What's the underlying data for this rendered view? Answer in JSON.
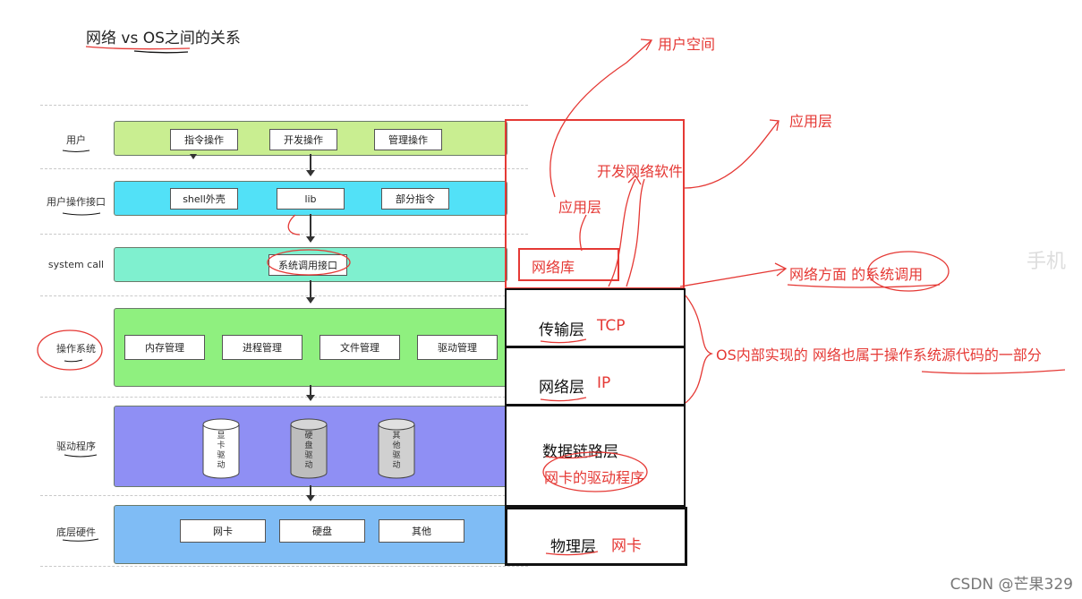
{
  "title": "网络 vs  OS之间的关系",
  "left_rows": [
    {
      "label": "用户",
      "boxes": [
        "指令操作",
        "开发操作",
        "管理操作"
      ]
    },
    {
      "label": "用户操作接口",
      "boxes": [
        "shell外壳",
        "lib",
        "部分指令"
      ]
    },
    {
      "label": "system call",
      "boxes": [
        "系统调用接口"
      ]
    },
    {
      "label": "操作系统",
      "boxes": [
        "内存管理",
        "进程管理",
        "文件管理",
        "驱动管理"
      ]
    },
    {
      "label": "驱动程序",
      "cylinders": [
        "显卡驱动",
        "硬盘驱动",
        "其他驱动"
      ]
    },
    {
      "label": "底层硬件",
      "boxes": [
        "网卡",
        "硬盘",
        "其他"
      ]
    }
  ],
  "layers": {
    "app": {
      "net_lib": "网络库",
      "app_layer": "应用层",
      "dev_software": "开发网络软件"
    },
    "transport": {
      "name": "传输层",
      "proto": "TCP"
    },
    "network": {
      "name": "网络层",
      "proto": "IP"
    },
    "datalink": {
      "name": "数据链路层",
      "note": "网卡的驱动程序"
    },
    "physical": {
      "name": "物理层",
      "note": "网卡"
    }
  },
  "annotations": {
    "user_space": "用户空间",
    "app_layer": "应用层",
    "net_syscall": "网络方面 的系统调用",
    "os_impl": "OS内部实现的  网络也属于操作系统源代码的一部分"
  },
  "side_text": "手机",
  "watermark": "CSDN @芒果329"
}
